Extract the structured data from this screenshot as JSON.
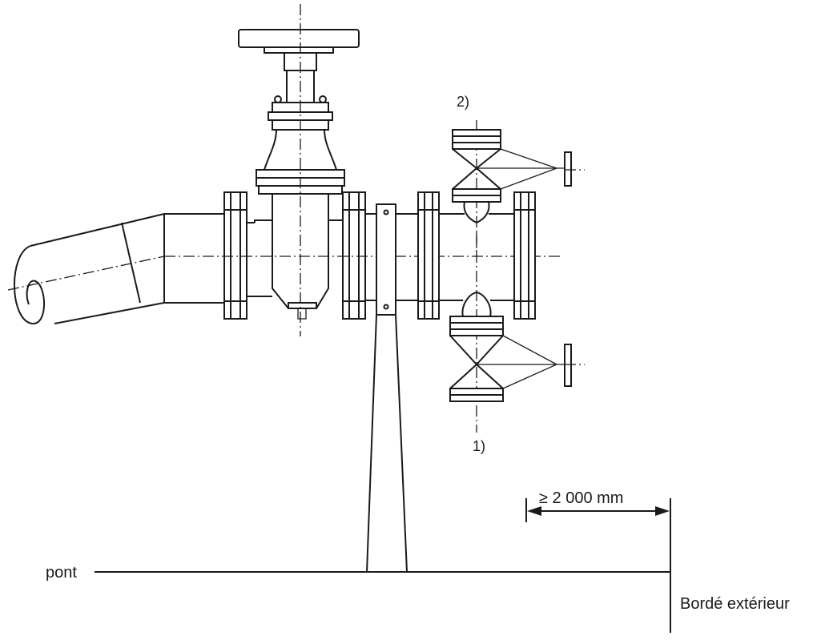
{
  "labels": {
    "note_2": "2)",
    "note_1": "1)",
    "dimension": "≥ 2 000 mm",
    "deck": "pont",
    "shell": "Bordé extérieur"
  }
}
